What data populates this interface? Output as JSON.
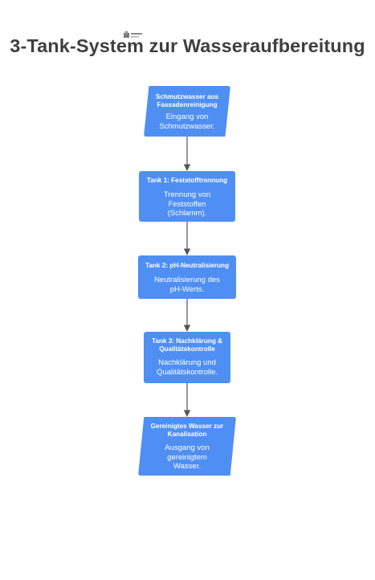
{
  "title": "3-Tank-System zur Wasseraufbereitung",
  "logo": {
    "icon": "small-logo-icon"
  },
  "colors": {
    "node_fill": "#4f8ff4",
    "node_text": "#ffffff",
    "title": "#3f3f3f",
    "connector": "#555555"
  },
  "nodes": [
    {
      "shape": "parallelogram",
      "heading": "Schmutzwasser aus Fassadenreinigung",
      "text": "Eingang von Schmutzwasser."
    },
    {
      "shape": "rectangle",
      "heading": "Tank 1: Feststofftrennung",
      "text": "Trennung von Feststoffen (Schlamm)."
    },
    {
      "shape": "rectangle",
      "heading": "Tank 2: pH-Neutralisierung",
      "text": "Neutralisierung des pH-Werts."
    },
    {
      "shape": "rectangle",
      "heading": "Tank 3: Nachklärung & Qualitätskontrolle",
      "text": "Nachklärung und Qualitätskontrolle."
    },
    {
      "shape": "parallelogram",
      "heading": "Gereinigtes Wasser zur Kanalisation",
      "text": "Ausgang von gereinigtem Wasser."
    }
  ]
}
